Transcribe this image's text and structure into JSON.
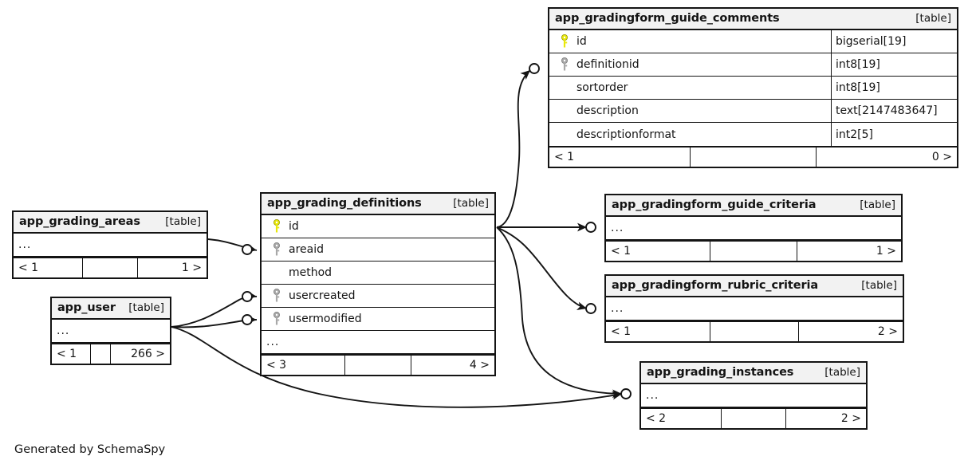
{
  "diagram": {
    "tool": "SchemaSpy",
    "caption": "Generated by SchemaSpy",
    "type": "entity-relationship-diagram",
    "table_tag": "[table]",
    "ellipsis": "...",
    "colors": {
      "primary_key": "#e8e80c",
      "foreign_key": "#a8a8a8",
      "header_background": "#f2f2f2",
      "border": "#141414",
      "background": "#ffffff"
    }
  },
  "tables": {
    "guide_comments": {
      "name": "app_gradingform_guide_comments",
      "tag": "[table]",
      "columns": [
        {
          "key": "primary",
          "name": "id",
          "type": "bigserial[19]"
        },
        {
          "key": "foreign",
          "name": "definitionid",
          "type": "int8[19]"
        },
        {
          "key": "none",
          "name": "sortorder",
          "type": "int8[19]"
        },
        {
          "key": "none",
          "name": "description",
          "type": "text[2147483647]"
        },
        {
          "key": "none",
          "name": "descriptionformat",
          "type": "int2[5]"
        }
      ],
      "has_ellipsis_row": false,
      "footer": {
        "left": "< 1",
        "middle": "",
        "right": "0 >"
      }
    },
    "definitions": {
      "name": "app_grading_definitions",
      "tag": "[table]",
      "columns": [
        {
          "key": "primary",
          "name": "id",
          "type": ""
        },
        {
          "key": "foreign",
          "name": "areaid",
          "type": ""
        },
        {
          "key": "none",
          "name": "method",
          "type": ""
        },
        {
          "key": "foreign",
          "name": "usercreated",
          "type": ""
        },
        {
          "key": "foreign",
          "name": "usermodified",
          "type": ""
        }
      ],
      "has_ellipsis_row": true,
      "footer": {
        "left": "< 3",
        "middle": "",
        "right": "4 >"
      }
    },
    "areas": {
      "name": "app_grading_areas",
      "tag": "[table]",
      "columns": [],
      "has_ellipsis_row": true,
      "footer": {
        "left": "< 1",
        "middle": "",
        "right": "1 >"
      }
    },
    "user": {
      "name": "app_user",
      "tag": "[table]",
      "columns": [],
      "has_ellipsis_row": true,
      "footer": {
        "left": "< 1",
        "middle": "",
        "right": "266 >"
      }
    },
    "guide_criteria": {
      "name": "app_gradingform_guide_criteria",
      "tag": "[table]",
      "columns": [],
      "has_ellipsis_row": true,
      "footer": {
        "left": "< 1",
        "middle": "",
        "right": "1 >"
      }
    },
    "rubric_criteria": {
      "name": "app_gradingform_rubric_criteria",
      "tag": "[table]",
      "columns": [],
      "has_ellipsis_row": true,
      "footer": {
        "left": "< 1",
        "middle": "",
        "right": "2 >"
      }
    },
    "instances": {
      "name": "app_grading_instances",
      "tag": "[table]",
      "columns": [],
      "has_ellipsis_row": true,
      "footer": {
        "left": "< 2",
        "middle": "",
        "right": "2 >"
      }
    }
  },
  "relationships": [
    {
      "from": "app_grading_definitions",
      "to": "app_gradingform_guide_comments",
      "to_column": "definitionid"
    },
    {
      "from": "app_grading_definitions",
      "to": "app_gradingform_guide_criteria",
      "to_column": ""
    },
    {
      "from": "app_grading_definitions",
      "to": "app_gradingform_rubric_criteria",
      "to_column": ""
    },
    {
      "from": "app_grading_definitions",
      "to": "app_grading_instances",
      "to_column": ""
    },
    {
      "from": "app_grading_areas",
      "to": "app_grading_definitions",
      "to_column": "areaid"
    },
    {
      "from": "app_user",
      "to": "app_grading_definitions",
      "to_column": "usercreated"
    },
    {
      "from": "app_user",
      "to": "app_grading_definitions",
      "to_column": "usermodified"
    },
    {
      "from": "app_user",
      "to": "app_grading_instances",
      "to_column": ""
    }
  ]
}
